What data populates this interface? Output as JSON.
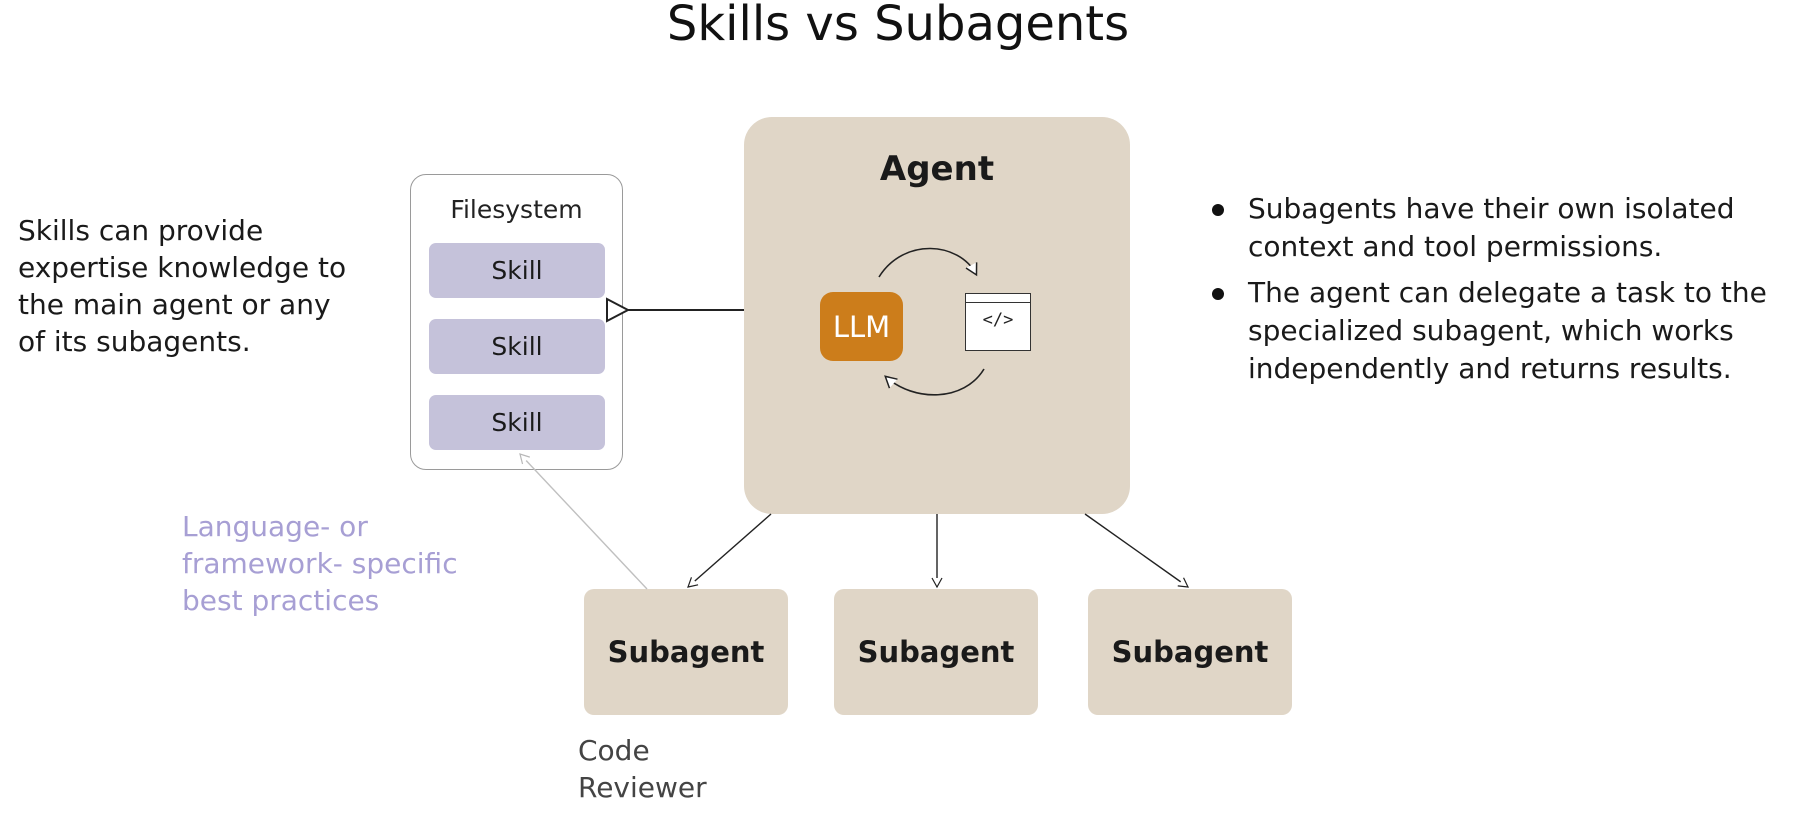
{
  "title": "Skills vs Subagents",
  "left_note": "Skills can provide expertise knowledge to the main agent or any of its subagents.",
  "filesystem": {
    "label": "Filesystem",
    "skills": [
      "Skill",
      "Skill",
      "Skill"
    ]
  },
  "agent": {
    "label": "Agent",
    "llm_label": "LLM",
    "code_glyph": "</>",
    "icons": [
      "llm-icon",
      "code-window-icon",
      "loop-arrows-icon"
    ]
  },
  "subagents": [
    "Subagent",
    "Subagent",
    "Subagent"
  ],
  "lang_note": "Language- or framework- specific best practices",
  "code_note": "Code Reviewer",
  "bullets": [
    "Subagents have their own isolated context and tool permissions.",
    "The agent can delegate a task to the specialized subagent, which works independently and returns results."
  ],
  "colors": {
    "agent_fill": "#e0d6c7",
    "skill_fill": "#c5c2da",
    "llm_fill": "#cc7d1b",
    "note_purple": "#a79fd4"
  }
}
